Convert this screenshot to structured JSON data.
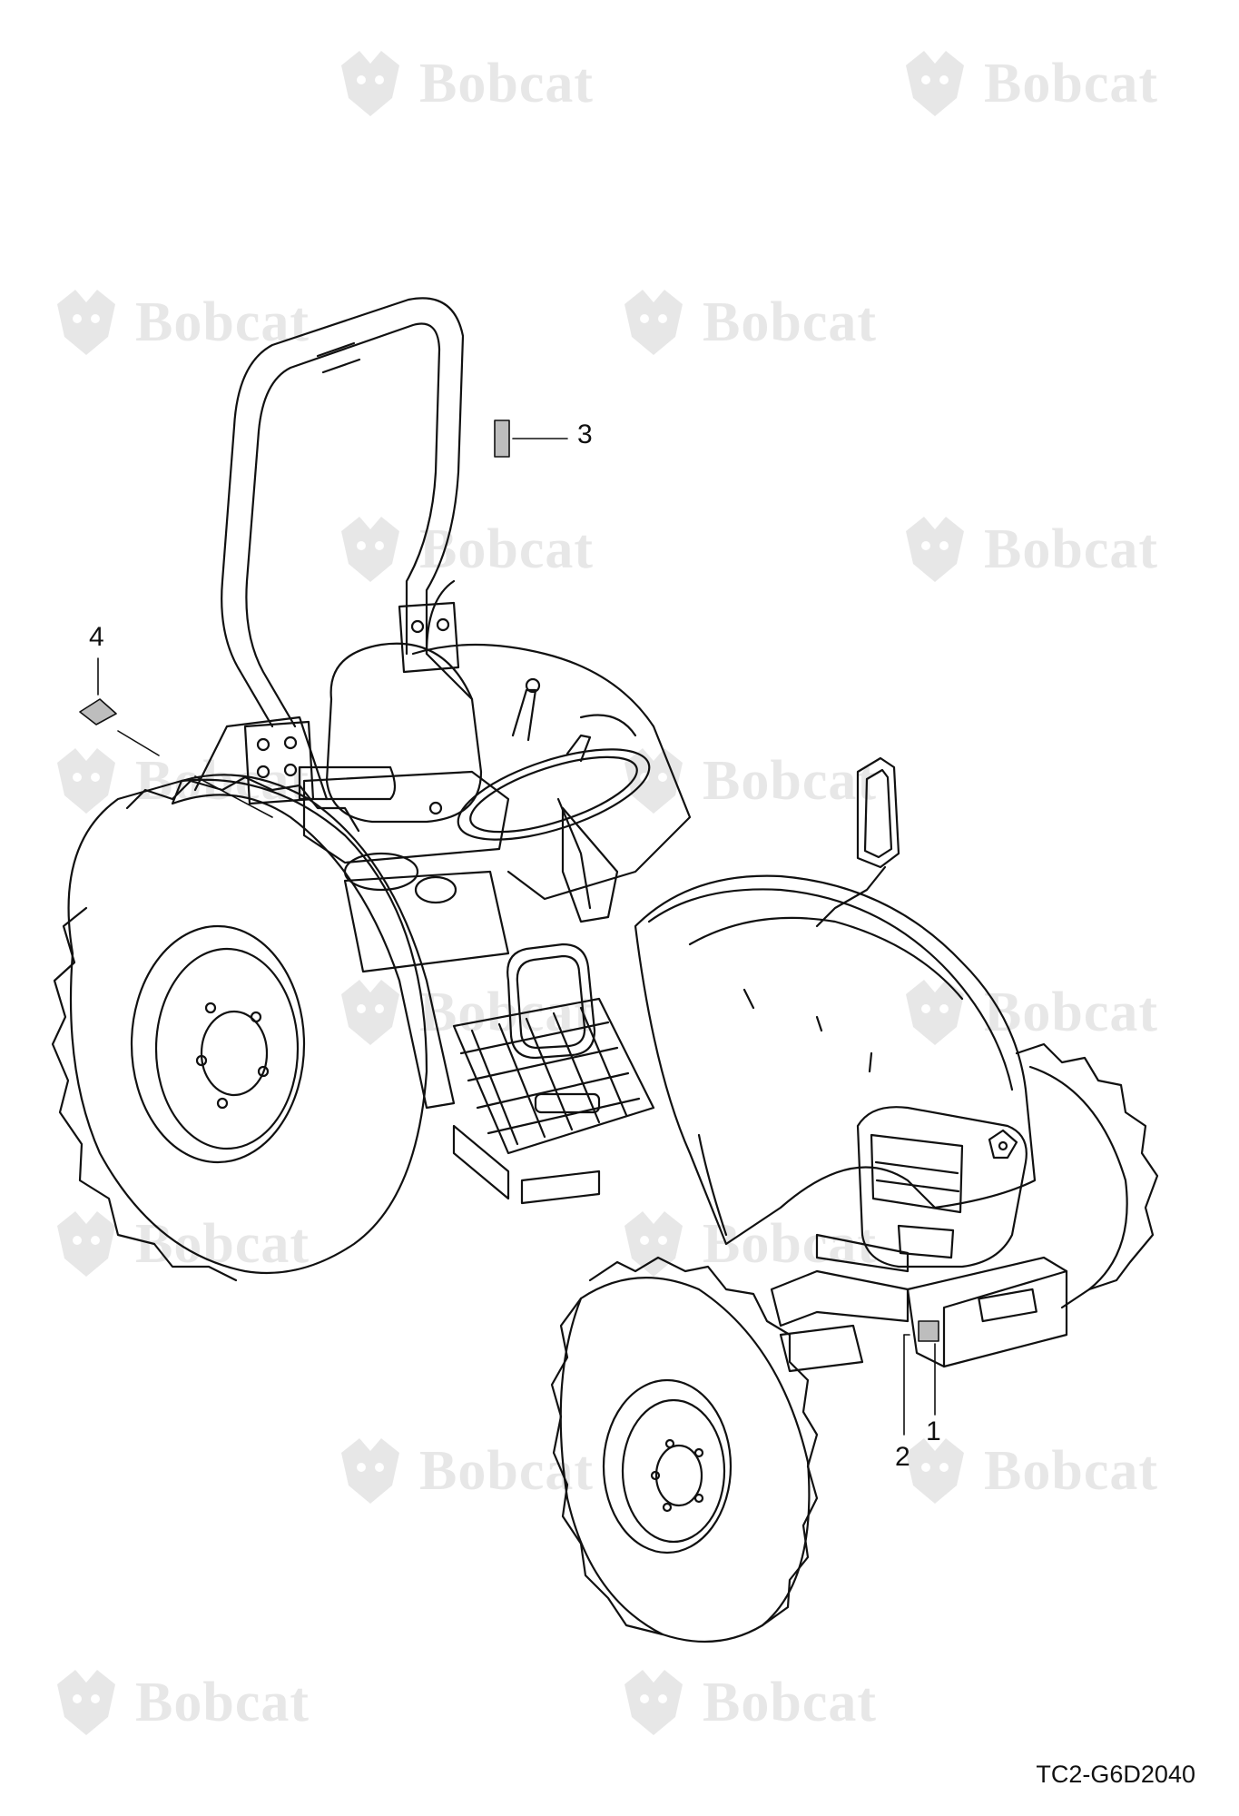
{
  "watermark": {
    "brand": "Bobcat"
  },
  "callouts": [
    {
      "number": "1"
    },
    {
      "number": "2"
    },
    {
      "number": "3"
    },
    {
      "number": "4"
    }
  ],
  "drawing": {
    "reference": "TC2-G6D2040"
  },
  "colors": {
    "line": "#111111",
    "decal_fill": "#bdbdbd",
    "watermark": "#222222"
  }
}
